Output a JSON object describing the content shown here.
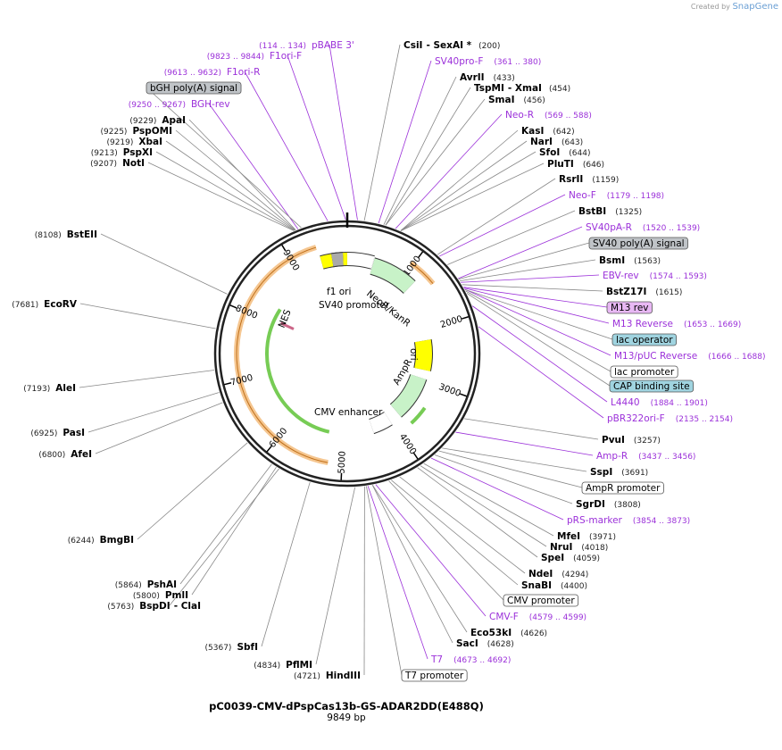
{
  "created_by": "Created by",
  "brand": "SnapGene",
  "plasmid": {
    "name": "pC0039-CMV-dPspCas13b-GS-ADAR2DD(E488Q)",
    "length_text": "9849 bp",
    "length_bp": 9849
  },
  "tick_labels": [
    "1000",
    "2000",
    "3000",
    "4000",
    "5000",
    "6000",
    "7000",
    "8000",
    "9000"
  ],
  "features": [
    {
      "name": "f1 ori",
      "start": 9420,
      "end": 9848,
      "color": "#ffff00"
    },
    {
      "name": "SV40 promoter",
      "start": 9849,
      "end": 430,
      "color": "#ffffff"
    },
    {
      "name": "NeoR/KanR",
      "start": 440,
      "end": 1180,
      "color": "#c8f2c8"
    },
    {
      "name": "ori",
      "start": 2200,
      "end": 2790,
      "color": "#ffff00"
    },
    {
      "name": "AmpR",
      "start": 2960,
      "end": 3820,
      "color": "#c8f2c8"
    },
    {
      "name": "CMV enhancer",
      "start": 4040,
      "end": 4420,
      "color": "#ffffff"
    },
    {
      "name": "NES",
      "start": 8050,
      "end": 8120,
      "color": "#cc6688"
    }
  ],
  "enzymes_right": [
    {
      "name": "CsiI",
      "extra": " - SexAI *",
      "pos": "(200)"
    },
    {
      "name": "AvrII",
      "pos": "(433)"
    },
    {
      "name": "TspMI",
      "extra": " - XmaI",
      "pos": "(454)"
    },
    {
      "name": "SmaI",
      "pos": "(456)"
    },
    {
      "name": "KasI",
      "pos": "(642)"
    },
    {
      "name": "NarI",
      "pos": "(643)"
    },
    {
      "name": "SfoI",
      "pos": "(644)"
    },
    {
      "name": "PluTI",
      "pos": "(646)"
    },
    {
      "name": "RsrII",
      "pos": "(1159)"
    },
    {
      "name": "BstBI",
      "pos": "(1325)"
    },
    {
      "name": "BsmI",
      "pos": "(1563)"
    },
    {
      "name": "BstZ17I",
      "pos": "(1615)"
    },
    {
      "name": "PvuI",
      "pos": "(3257)"
    },
    {
      "name": "SspI",
      "pos": "(3691)"
    },
    {
      "name": "SgrDI",
      "pos": "(3808)"
    },
    {
      "name": "MfeI",
      "pos": "(3971)"
    },
    {
      "name": "NruI",
      "pos": "(4018)"
    },
    {
      "name": "SpeI",
      "pos": "(4059)"
    },
    {
      "name": "NdeI",
      "pos": "(4294)"
    },
    {
      "name": "SnaBI",
      "pos": "(4400)"
    },
    {
      "name": "Eco53kI",
      "pos": "(4626)"
    },
    {
      "name": "SacI",
      "pos": "(4628)"
    }
  ],
  "enzymes_left": [
    {
      "name": "ApaI",
      "pos": "(9229)"
    },
    {
      "name": "PspOMI",
      "pos": "(9225)"
    },
    {
      "name": "XbaI",
      "pos": "(9219)"
    },
    {
      "name": "PspXI",
      "pos": "(9213)"
    },
    {
      "name": "NotI",
      "pos": "(9207)"
    },
    {
      "name": "BstEII",
      "pos": "(8108)"
    },
    {
      "name": "EcoRV",
      "pos": "(7681)"
    },
    {
      "name": "AleI",
      "pos": "(7193)"
    },
    {
      "name": "PasI",
      "pos": "(6925)"
    },
    {
      "name": "AfeI",
      "pos": "(6800)"
    },
    {
      "name": "BmgBI",
      "pos": "(6244)"
    },
    {
      "name": "PshAI",
      "pos": "(5864)"
    },
    {
      "name": "PmlI",
      "pos": "(5800)"
    },
    {
      "name": "BspDI",
      "extra": " - ClaI",
      "pos": "(5763)"
    },
    {
      "name": "SbfI",
      "pos": "(5367)"
    },
    {
      "name": "PflMI",
      "pos": "(4834)"
    },
    {
      "name": "HindIII",
      "pos": "(4721)"
    }
  ],
  "primers": [
    {
      "name": "pBABE 3'",
      "pos": "(114 .. 134)"
    },
    {
      "name": "F1ori-F",
      "pos": "(9823 .. 9844)"
    },
    {
      "name": "F1ori-R",
      "pos": "(9613 .. 9632)"
    },
    {
      "name": "BGH-rev",
      "pos": "(9250 .. 9267)"
    },
    {
      "name": "SV40pro-F",
      "pos": "(361 .. 380)"
    },
    {
      "name": "Neo-R",
      "pos": "(569 .. 588)"
    },
    {
      "name": "Neo-F",
      "pos": "(1179 .. 1198)"
    },
    {
      "name": "SV40pA-R",
      "pos": "(1520 .. 1539)"
    },
    {
      "name": "EBV-rev",
      "pos": "(1574 .. 1593)"
    },
    {
      "name": "M13 Reverse",
      "pos": "(1653 .. 1669)"
    },
    {
      "name": "M13/pUC Reverse",
      "pos": "(1666 .. 1688)"
    },
    {
      "name": "L4440",
      "pos": "(1884 .. 1901)"
    },
    {
      "name": "pBR322ori-F",
      "pos": "(2135 .. 2154)"
    },
    {
      "name": "Amp-R",
      "pos": "(3437 .. 3456)"
    },
    {
      "name": "pRS-marker",
      "pos": "(3854 .. 3873)"
    },
    {
      "name": "CMV-F",
      "pos": "(4579 .. 4599)"
    },
    {
      "name": "T7",
      "pos": "(4673 .. 4692)"
    }
  ],
  "boxes": [
    {
      "name": "bGH poly(A) signal",
      "fill": "#c0c4c8"
    },
    {
      "name": "SV40 poly(A) signal",
      "fill": "#c0c4c8"
    },
    {
      "name": "M13 rev",
      "fill": "#e8b8f4"
    },
    {
      "name": "lac operator",
      "fill": "#a0d4e0"
    },
    {
      "name": "lac promoter",
      "fill": "#ffffff"
    },
    {
      "name": "CAP binding site",
      "fill": "#a0d4e0"
    },
    {
      "name": "AmpR promoter",
      "fill": "#ffffff"
    },
    {
      "name": "CMV promoter",
      "fill": "#ffffff"
    },
    {
      "name": "T7 promoter",
      "fill": "#ffffff"
    }
  ]
}
